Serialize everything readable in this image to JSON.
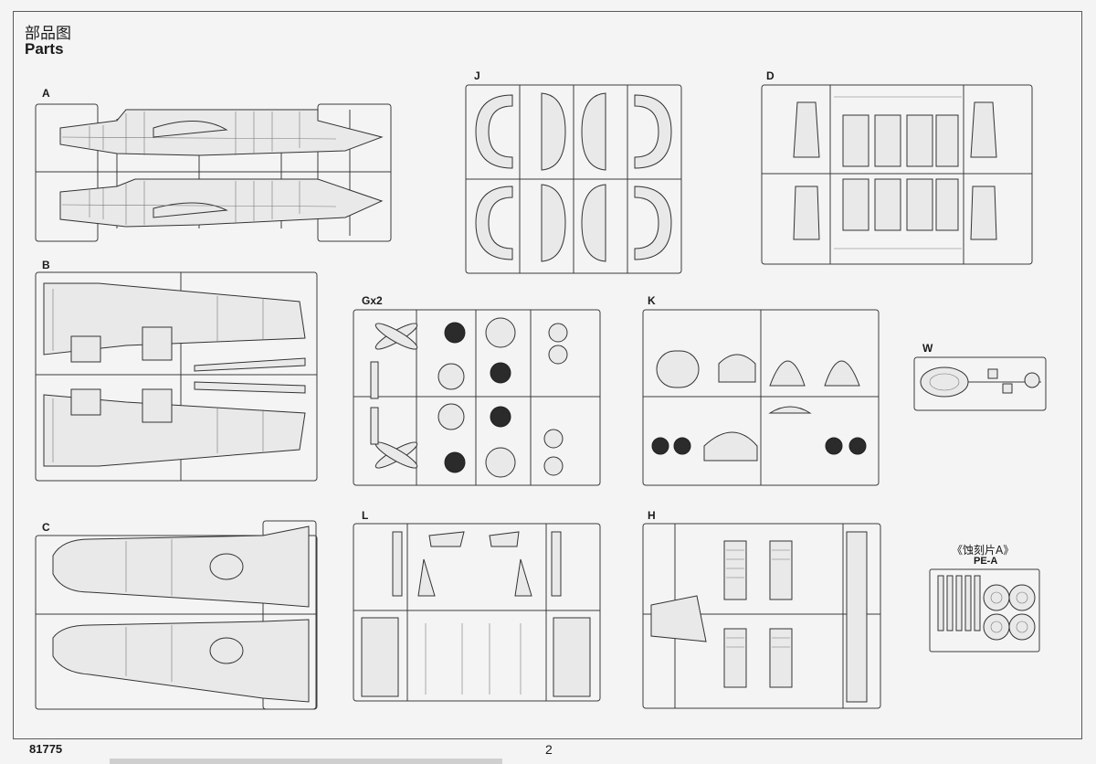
{
  "header": {
    "title_cn": "部品图",
    "title_en": "Parts"
  },
  "sprues": {
    "A": "A",
    "B": "B",
    "C": "C",
    "J": "J",
    "D": "D",
    "G": "Gx2",
    "K": "K",
    "W": "W",
    "L": "L",
    "H": "H"
  },
  "photo_etch": {
    "title": "《蚀刻片A》",
    "code": "PE-A"
  },
  "footer": {
    "product_code": "81775",
    "page_number": "2"
  }
}
